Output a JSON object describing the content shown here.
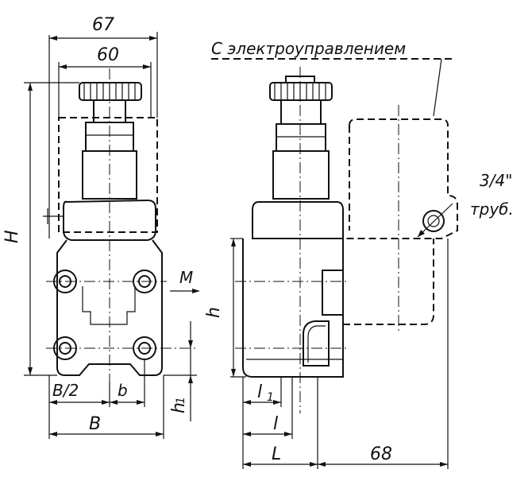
{
  "drawing": {
    "labels": {
      "dim_67": "67",
      "dim_60": "60",
      "dim_H": "H",
      "dim_h": "h",
      "dim_h1": "h",
      "dim_h1_sub": "1",
      "dim_B_half": "B/2",
      "dim_b": "b",
      "dim_B": "B",
      "dim_l1": "l",
      "dim_l1_sub": "1",
      "dim_l": "l",
      "dim_L": "L",
      "dim_68": "68",
      "flow_M": "M",
      "electro_note": "С электроуправлением",
      "pipe_size": "3/4\"",
      "pipe_unit": "труб."
    }
  }
}
